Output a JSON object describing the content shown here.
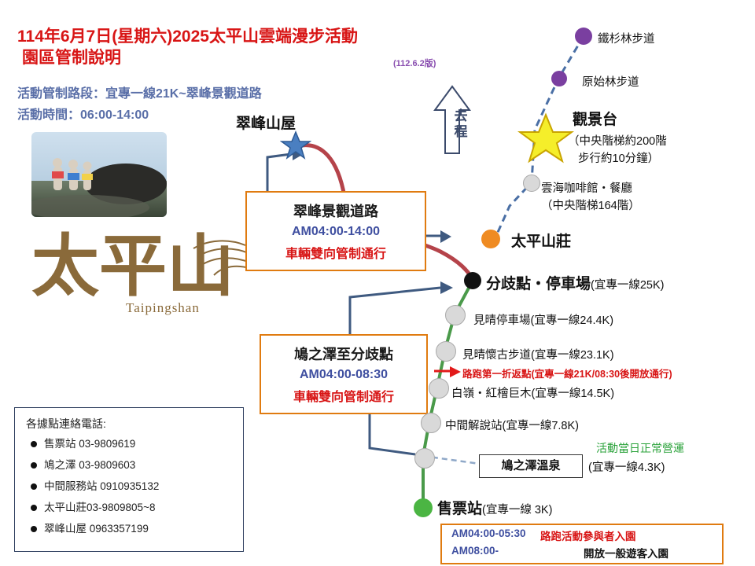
{
  "header": {
    "title_line1": "114年6月7日(星期六)2025太平山雲端漫步活動",
    "title_line2": "園區管制說明",
    "version": "(112.6.2版)",
    "subtitle1": "活動管制路段：宜專一線21K~翠峰景觀道路",
    "subtitle2": "活動時間：06:00-14:00"
  },
  "logo": {
    "wordmark": "太平山",
    "romanization": "Taipingshan"
  },
  "contacts": {
    "heading": "各據點連絡電話:",
    "items": [
      "售票站 03-9809619",
      "鳩之澤 03-9809603",
      "中間服務站 0910935132",
      "太平山莊03-9809805~8",
      "翠峰山屋 0963357199"
    ]
  },
  "callouts": [
    {
      "name": "cuifeng",
      "line1": "翠峰景觀道路",
      "line2": "AM04:00-14:00",
      "line3": "車輛雙向管制通行"
    },
    {
      "name": "jiouzihze",
      "line1": "鳩之澤至分歧點",
      "line2": "AM04:00-08:30",
      "line3": "車輛雙向管制通行"
    }
  ],
  "ticket_note": {
    "row1_time": "AM04:00-05:30",
    "row1_text": "路跑活動參與者入園",
    "row2_time": "AM08:00-",
    "row2_text": "開放一般遊客入園"
  },
  "direction_arrow": {
    "label_line1": "去",
    "label_line2": "程"
  },
  "map_labels": {
    "shanshan_trail": "鐵杉林步道",
    "primeval_trail": "原始林步道",
    "viewpoint": "觀景台",
    "viewpoint_note1": "（中央階梯約200階",
    "viewpoint_note2": "步行約10分鐘）",
    "cafe": "雲海咖啡館‧餐廳",
    "cafe_note": "（中央階梯164階）",
    "taipingshan_villa": "太平山莊",
    "junction": "分歧點‧停車場",
    "junction_km": "(宜專一線25K)",
    "jianqing_parking": "見晴停車場(宜專一線24.4K)",
    "jianqing_trail": "見晴懷古步道(宜專一線23.1K)",
    "turnaround": "路跑第一折返點(宜專一線21K/08:30後開放通行)",
    "baling": "白嶺‧紅檜巨木(宜專一線14.5K)",
    "mid_station": "中間解說站(宜專一線7.8K)",
    "hotspring": "鳩之澤溫泉",
    "hotspring_km": "(宜專一線4.3K)",
    "hotspring_note": "活動當日正常營運",
    "ticket_office": "售票站",
    "ticket_office_km": "(宜專一線 3K)",
    "cuifeng_lodge": "翠峰山屋"
  },
  "colors": {
    "title_red": "#d81515",
    "subtitle_blue": "#5a6fa8",
    "callout_border": "#e07b10",
    "route_red": "#b5434a",
    "route_dash_blue": "#4a6fa5",
    "node_orange": "#ef8b22",
    "node_black": "#111111",
    "node_green": "#4bb543",
    "node_purple": "#7a3fa0",
    "node_grey": "#d9d9d9",
    "star_yellow": "#f5ee2a"
  }
}
